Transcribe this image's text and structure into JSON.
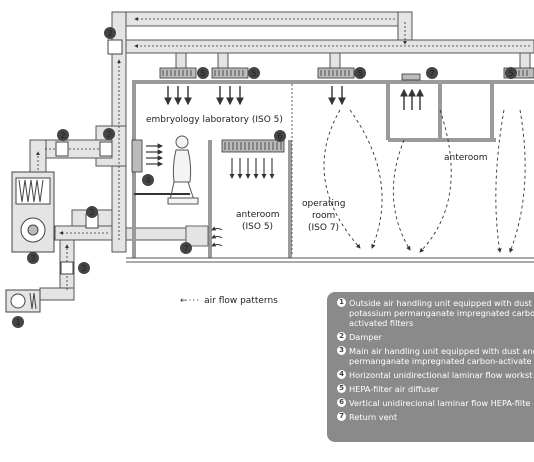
{
  "markers": [
    "1",
    "2",
    "3",
    "4",
    "5",
    "6",
    "7"
  ],
  "rooms": {
    "embryology_lab": "embryology laboratory (ISO 5)",
    "anteroom_iso5_line1": "anteroom",
    "anteroom_iso5_line2": "(ISO 5)",
    "operating_room_line1": "operating",
    "operating_room_line2": "room",
    "operating_room_line3": "(ISO 7)",
    "anteroom_right": "anteroom"
  },
  "airflow_legend": "air flow patterns",
  "legend": [
    {
      "num": "1",
      "lines": [
        "Outside air handling unit equipped with dust",
        "potassium permanganate impregnated carbo",
        "activated filters"
      ]
    },
    {
      "num": "2",
      "lines": [
        "Damper"
      ]
    },
    {
      "num": "3",
      "lines": [
        "Main air handling unit equipped with dust and",
        "permanganate impregnated carbon-activate"
      ]
    },
    {
      "num": "4",
      "lines": [
        "Horizontal unidirectional laminar flow workst"
      ]
    },
    {
      "num": "5",
      "lines": [
        "HEPA-filter air diffuser"
      ]
    },
    {
      "num": "6",
      "lines": [
        "Vertical unidirecional laminar flow HEPA-filte"
      ]
    },
    {
      "num": "7",
      "lines": [
        "Return vent"
      ]
    }
  ],
  "colors": {
    "duct_fill": "#e4e4e4",
    "duct_stroke": "#555555",
    "wall": "#9a9a9a",
    "marker_fill": "#444444",
    "legend_bg": "#8a8a8a"
  }
}
